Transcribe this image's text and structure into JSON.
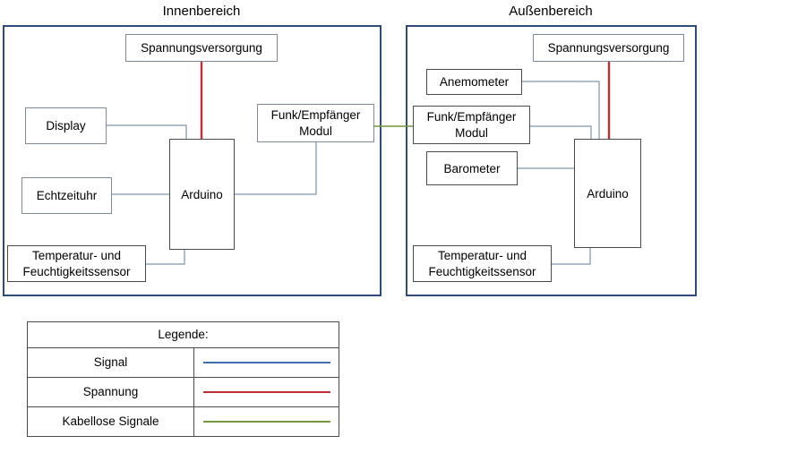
{
  "diagram": {
    "title_left": "Innenbereich",
    "title_right": "Außenbereich",
    "regions": [
      {
        "id": "innenbereich",
        "label": "Innenbereich",
        "components": [
          {
            "id": "spannungsversorgung-innen",
            "label": "Spannungsversorgung"
          },
          {
            "id": "display",
            "label": "Display"
          },
          {
            "id": "funk-empfaenger-innen",
            "label": "Funk/Empfänger Modul",
            "line1": "Funk/Empfänger",
            "line2": "Modul"
          },
          {
            "id": "echtzeituhr",
            "label": "Echtzeituhr"
          },
          {
            "id": "arduino-innen",
            "label": "Arduino"
          },
          {
            "id": "temperatur-feuchtigkeitssensor-innen",
            "label": "Temperatur- und Feuchtigkeitssensor",
            "line1": "Temperatur- und",
            "line2": "Feuchtigkeitssensor"
          }
        ]
      },
      {
        "id": "aussenbereich",
        "label": "Außenbereich",
        "components": [
          {
            "id": "spannungsversorgung-aussen",
            "label": "Spannungsversorgung"
          },
          {
            "id": "anemometer",
            "label": "Anemometer"
          },
          {
            "id": "funk-empfaenger-aussen",
            "label": "Funk/Empfänger Modul",
            "line1": "Funk/Empfänger",
            "line2": "Modul"
          },
          {
            "id": "barometer",
            "label": "Barometer"
          },
          {
            "id": "arduino-aussen",
            "label": "Arduino"
          },
          {
            "id": "temperatur-feuchtigkeitssensor-aussen",
            "label": "Temperatur- und Feuchtigkeitssensor",
            "line1": "Temperatur- und",
            "line2": "Feuchtigkeitssensor"
          }
        ]
      }
    ]
  },
  "legend": {
    "title": "Legende:",
    "rows": [
      {
        "label": "Signal",
        "color": "#3f6fad",
        "kind": "signal"
      },
      {
        "label": "Spannung",
        "color": "#bc2f34",
        "kind": "power"
      },
      {
        "label": "Kabellose Signale",
        "color": "#74963c",
        "kind": "wireless"
      }
    ]
  },
  "colors": {
    "panel_border": "#2e4b7c",
    "box_border": "#7f8a95",
    "box_border_dark": "#4a4a4a",
    "signal": "#3f6fad",
    "power": "#bc2f34",
    "wireless": "#74963c",
    "background": "#ffffff",
    "text": "#000000"
  }
}
